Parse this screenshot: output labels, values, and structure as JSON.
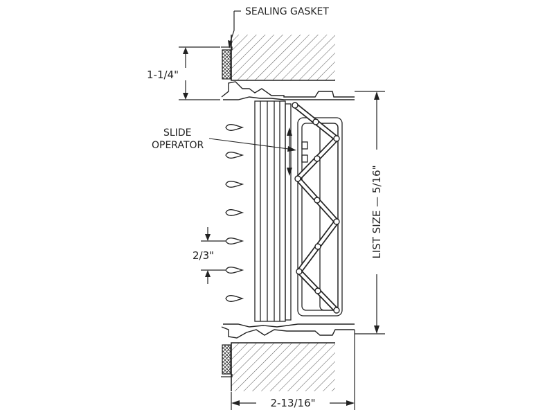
{
  "labels": {
    "gasket": "SEALING GASKET",
    "flange": "1-1/4\"",
    "operator_line1": "SLIDE",
    "operator_line2": "OPERATOR",
    "spacing": "2/3\"",
    "list_size": "LIST SIZE — 5/16\"",
    "depth": "2-13/16\""
  },
  "colors": {
    "line": "#222222",
    "hatch": "#555555",
    "background": "#ffffff"
  }
}
